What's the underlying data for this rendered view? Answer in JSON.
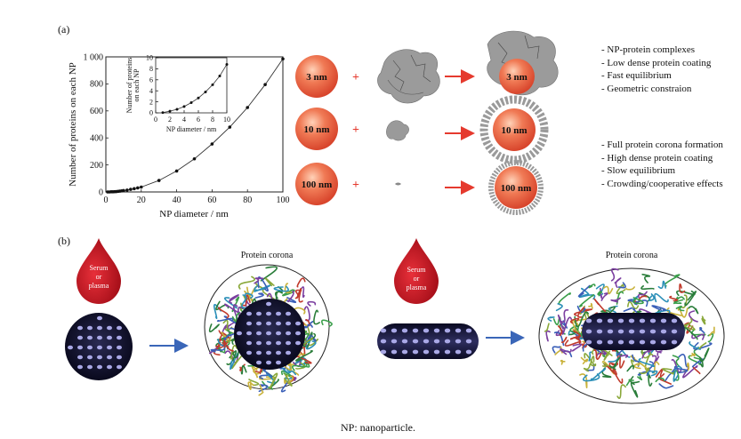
{
  "panel_a_label": "(a)",
  "panel_b_label": "(b)",
  "chart_data": [
    {
      "type": "line",
      "xlabel": "NP diameter / nm",
      "ylabel": "Number of proteins on each NP",
      "xlim": [
        0,
        100
      ],
      "ylim": [
        0,
        1000
      ],
      "xticks": [
        "0",
        "20",
        "40",
        "60",
        "80",
        "100"
      ],
      "yticks": [
        "0",
        "200",
        "400",
        "600",
        "800",
        "1 000"
      ],
      "x": [
        1,
        2,
        3,
        4,
        5,
        6,
        7,
        8,
        9,
        10,
        12,
        14,
        16,
        18,
        20,
        30,
        40,
        50,
        60,
        70,
        80,
        90,
        100
      ],
      "y": [
        0,
        0,
        1,
        1,
        2,
        3,
        5,
        6,
        8,
        10,
        14,
        19,
        24,
        30,
        36,
        85,
        155,
        245,
        355,
        480,
        625,
        795,
        985
      ],
      "grid": false
    },
    {
      "type": "line",
      "xlabel": "NP diameter / nm",
      "ylabel": "Number of proteins on each NP",
      "xlim": [
        0,
        10
      ],
      "ylim": [
        0,
        10
      ],
      "xticks": [
        "0",
        "2",
        "4",
        "6",
        "8",
        "10"
      ],
      "yticks": [
        "0",
        "2",
        "4",
        "6",
        "8",
        "10"
      ],
      "x": [
        1,
        2,
        3,
        4,
        5,
        6,
        7,
        8,
        9,
        10
      ],
      "y": [
        0.05,
        0.3,
        0.65,
        1.15,
        1.85,
        2.7,
        3.8,
        5.1,
        6.7,
        8.8
      ],
      "grid": false
    }
  ],
  "particles": [
    {
      "label": "3 nm"
    },
    {
      "label": "10 nm"
    },
    {
      "label": "100 nm"
    }
  ],
  "notes_small": [
    "- NP-protein complexes",
    "- Low dense protein coating",
    "- Fast equilibrium",
    "- Geometric constraion"
  ],
  "notes_large": [
    "- Full protein corona formation",
    "- High dense protein coating",
    "- Slow equilibrium",
    "- Crowding/cooperative effects"
  ],
  "drop_left": {
    "line1": "Serum",
    "line2": "or",
    "line3": "plasma"
  },
  "drop_right": {
    "line1": "Serum",
    "line2": "or",
    "line3": "plasma"
  },
  "corona_label_left": "Protein corona",
  "corona_label_right": "Protein corona",
  "caption": "NP: nanoparticle.",
  "colors": {
    "nanoparticle": "#e85a3c",
    "arrow_red": "#e53a2e",
    "arrow_blue": "#3a66b8",
    "drop": "#c8141e",
    "np_core": "#0e0e2a",
    "dots": "#a9a8e6",
    "protein_gray": "#8a8a8a"
  },
  "icons": [
    "plus-icon",
    "right-arrow-icon",
    "blood-drop-icon",
    "protein-icon"
  ]
}
